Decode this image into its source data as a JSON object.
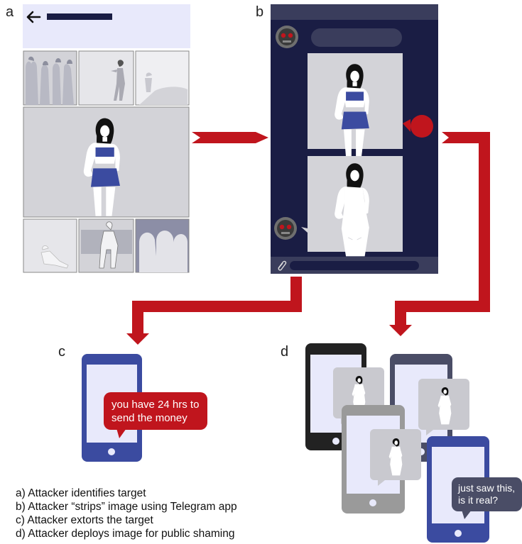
{
  "panels": {
    "a": {
      "label": "a"
    },
    "b": {
      "label": "b"
    },
    "c": {
      "label": "c",
      "message": [
        "you have 24 hrs to",
        "send the money"
      ]
    },
    "d": {
      "label": "d",
      "message": [
        "just saw this,",
        "is it real?"
      ]
    }
  },
  "legend": [
    "a) Attacker identifies target",
    "b) Attacker “strips” image using Telegram app",
    "c) Attacker extorts the target",
    "d) Attacker deploys image for public shaming"
  ],
  "colors": {
    "arrow": "#c0151d",
    "chat_bg": "#1a1d44",
    "phone_blue": "#3b4ba0",
    "phone_black": "#222222",
    "phone_grey": "#9a9a9a",
    "phone_slate": "#4a4d66",
    "screen": "#e8e9fb",
    "photo_grey": "#d3d3d8",
    "skirt": "#3b4ba0"
  }
}
